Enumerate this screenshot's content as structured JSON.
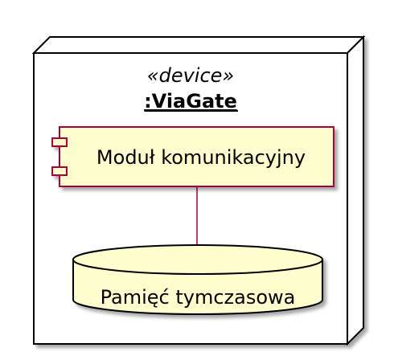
{
  "node": {
    "stereotype": "«device»",
    "name": ":ViaGate"
  },
  "component": {
    "label": "Moduł komunikacyjny"
  },
  "database": {
    "label": "Pamięć tymczasowa"
  },
  "colors": {
    "node_fill": "#ffffff",
    "node_stroke": "#000000",
    "component_fill": "#fefece",
    "component_stroke": "#a80036",
    "database_fill": "#fefece",
    "database_stroke": "#000000",
    "connector": "#a80036",
    "shadow": "#c8c8c8"
  }
}
